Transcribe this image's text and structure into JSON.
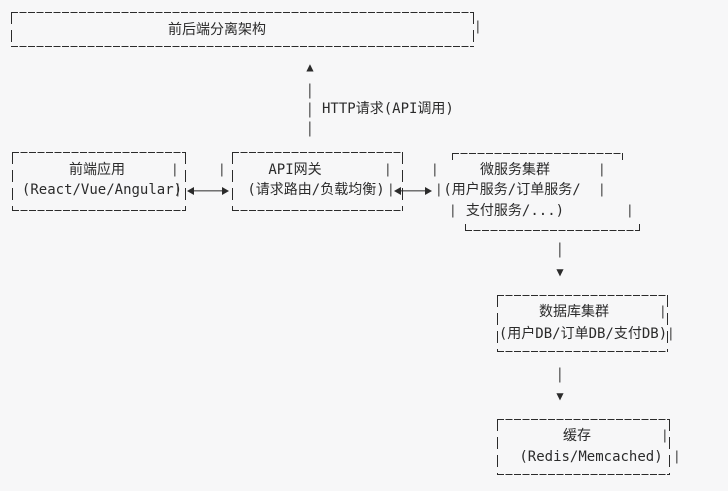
{
  "theme": {
    "background": "#f7f7f8",
    "ink": "#2b2b2b"
  },
  "icons": {
    "arrow_up": "▲",
    "arrow_down": "▼"
  },
  "diagram": {
    "title_box": {
      "label": "前后端分离架构"
    },
    "http_connector": {
      "label": "HTTP请求(API调用)"
    },
    "frontend_box": {
      "name": "前端应用",
      "detail": "(React/Vue/Angular)"
    },
    "api_gateway_box": {
      "name": "API网关",
      "detail": "(请求路由/负载均衡)"
    },
    "microservices_box": {
      "name": "微服务集群",
      "detail_line1": "(用户服务/订单服务/",
      "detail_line2": "支付服务/...)"
    },
    "database_box": {
      "name": "数据库集群",
      "detail": "(用户DB/订单DB/支付DB)"
    },
    "cache_box": {
      "name": "缓存",
      "detail": "(Redis/Memcached)"
    }
  }
}
